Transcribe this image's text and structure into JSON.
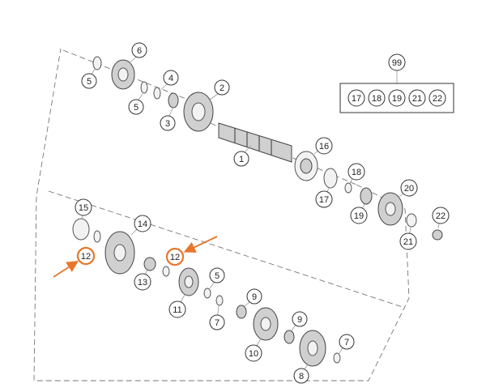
{
  "diagram": {
    "callouts": [
      {
        "id": "c5a",
        "label": "5"
      },
      {
        "id": "c6",
        "label": "6"
      },
      {
        "id": "c4",
        "label": "4"
      },
      {
        "id": "c5b",
        "label": "5"
      },
      {
        "id": "c3",
        "label": "3"
      },
      {
        "id": "c2",
        "label": "2"
      },
      {
        "id": "c1",
        "label": "1"
      },
      {
        "id": "c16",
        "label": "16"
      },
      {
        "id": "c17a",
        "label": "17"
      },
      {
        "id": "c18",
        "label": "18"
      },
      {
        "id": "c19",
        "label": "19"
      },
      {
        "id": "c20",
        "label": "20"
      },
      {
        "id": "c21",
        "label": "21"
      },
      {
        "id": "c22",
        "label": "22"
      },
      {
        "id": "c15",
        "label": "15"
      },
      {
        "id": "c14",
        "label": "14"
      },
      {
        "id": "c12a",
        "label": "12"
      },
      {
        "id": "c12b",
        "label": "12"
      },
      {
        "id": "c13",
        "label": "13"
      },
      {
        "id": "c5c",
        "label": "5"
      },
      {
        "id": "c11",
        "label": "11"
      },
      {
        "id": "c7a",
        "label": "7"
      },
      {
        "id": "c9a",
        "label": "9"
      },
      {
        "id": "c9b",
        "label": "9"
      },
      {
        "id": "c10",
        "label": "10"
      },
      {
        "id": "c7b",
        "label": "7"
      },
      {
        "id": "c8",
        "label": "8"
      }
    ],
    "kit": {
      "label": "99",
      "items": [
        "17",
        "18",
        "19",
        "21",
        "22"
      ]
    },
    "highlight_color": "#e8762b"
  }
}
